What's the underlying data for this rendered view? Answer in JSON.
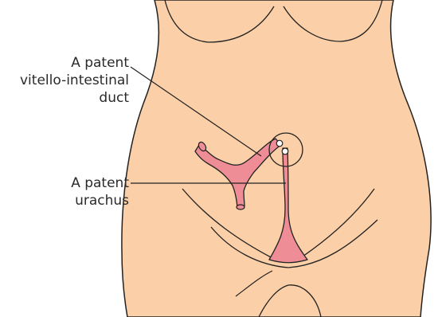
{
  "labels": {
    "vitello_intestinal": {
      "line1": "A patent",
      "line2": "vitello-intestinal",
      "line3": "duct"
    },
    "urachus": {
      "line1": "A patent",
      "line2": "urachus"
    }
  },
  "colors": {
    "skin": "#fbcfa7",
    "duct": "#ef8d96",
    "duct_lumen": "#ffffff",
    "outline": "#222222",
    "background": "#ffffff",
    "text": "#2a2a2a"
  }
}
